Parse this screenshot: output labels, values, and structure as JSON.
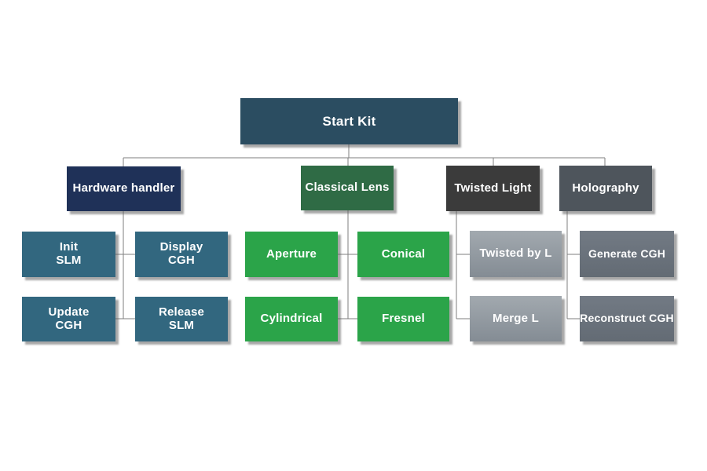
{
  "diagram": {
    "type": "org-chart",
    "background": "#FFFFFF",
    "line_color": "#7F7F7F",
    "root": {
      "label": "Start Kit",
      "color": "#2B4D61"
    },
    "branches": [
      {
        "label": "Hardware handler",
        "color": "#1F3158",
        "child_color": "#32677F",
        "children": [
          {
            "label": "Init\nSLM"
          },
          {
            "label": "Display\nCGH"
          },
          {
            "label": "Update\nCGH"
          },
          {
            "label": "Release\nSLM"
          }
        ]
      },
      {
        "label": "Classical Lens",
        "color": "#2F6B45",
        "child_color": "#2BA449",
        "children": [
          {
            "label": "Aperture"
          },
          {
            "label": "Conical"
          },
          {
            "label": "Cylindrical"
          },
          {
            "label": "Fresnel"
          }
        ]
      },
      {
        "label": "Twisted Light",
        "color": "#3B3B3B",
        "child_color": "#99A1A8",
        "children": [
          {
            "label": "Twisted by L"
          },
          {
            "label": "Merge L"
          }
        ]
      },
      {
        "label": "Holography",
        "color": "#4E555C",
        "child_color": "#6B737D",
        "children": [
          {
            "label": "Generate CGH"
          },
          {
            "label": "Reconstruct CGH"
          }
        ]
      }
    ]
  }
}
